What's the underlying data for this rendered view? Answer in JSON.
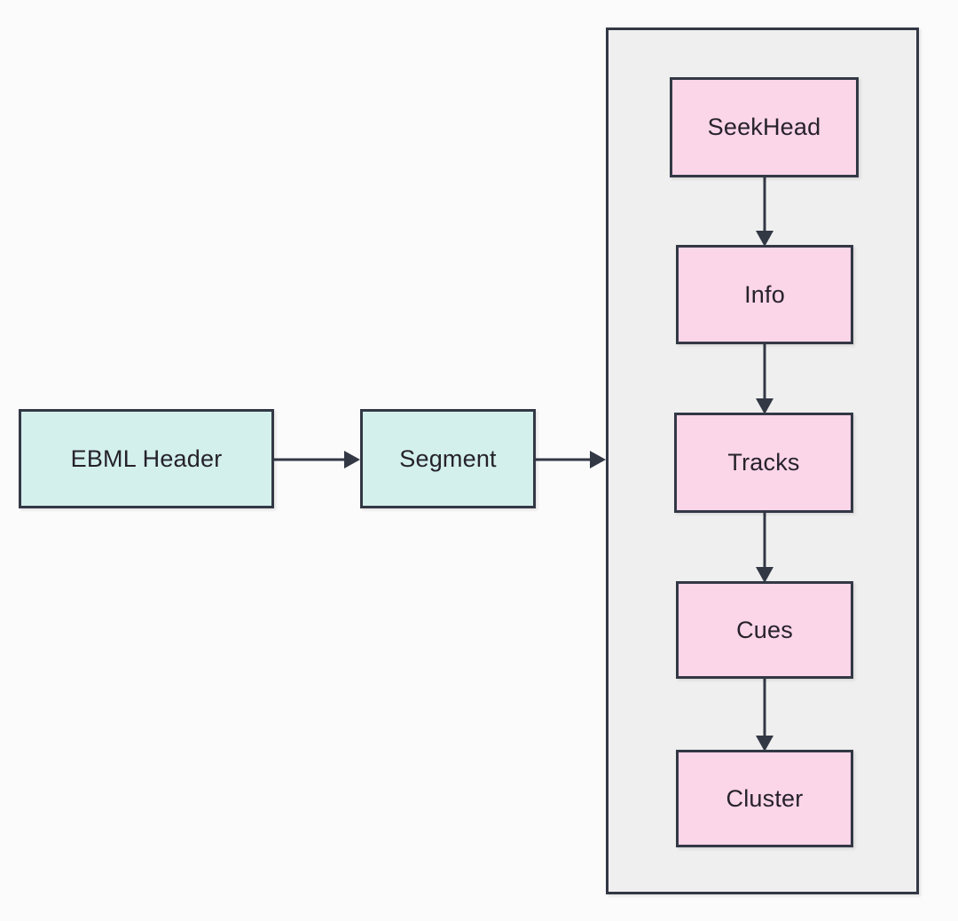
{
  "diagram": {
    "type": "flowchart",
    "orientation": "left-to-right with vertical subgroup",
    "background_color": "#fbfbfb",
    "nodes": [
      {
        "id": "ebml-header",
        "label": "EBML Header",
        "shape": "rectangle",
        "fill": "#d3f0ec",
        "stroke": "#333845"
      },
      {
        "id": "segment",
        "label": "Segment",
        "shape": "rectangle",
        "fill": "#d3f0ec",
        "stroke": "#333845"
      },
      {
        "id": "seekhead",
        "label": "SeekHead",
        "shape": "rectangle",
        "fill": "#fbd5e8",
        "stroke": "#333845"
      },
      {
        "id": "info",
        "label": "Info",
        "shape": "rectangle",
        "fill": "#fbd5e8",
        "stroke": "#333845"
      },
      {
        "id": "tracks",
        "label": "Tracks",
        "shape": "rectangle",
        "fill": "#fbd5e8",
        "stroke": "#333845"
      },
      {
        "id": "cues",
        "label": "Cues",
        "shape": "rectangle",
        "fill": "#fbd5e8",
        "stroke": "#333845"
      },
      {
        "id": "cluster",
        "label": "Cluster",
        "shape": "rectangle",
        "fill": "#fbd5e8",
        "stroke": "#333845"
      }
    ],
    "group": {
      "id": "segment-children",
      "label": "",
      "fill": "#efefef",
      "stroke": "#333845",
      "contains": [
        "seekhead",
        "info",
        "tracks",
        "cues",
        "cluster"
      ]
    },
    "edges": [
      {
        "from": "ebml-header",
        "to": "segment",
        "label": "",
        "arrow": "single"
      },
      {
        "from": "segment",
        "to": "segment-children",
        "label": "",
        "arrow": "single"
      },
      {
        "from": "seekhead",
        "to": "info",
        "label": "",
        "arrow": "single"
      },
      {
        "from": "info",
        "to": "tracks",
        "label": "",
        "arrow": "single"
      },
      {
        "from": "tracks",
        "to": "cues",
        "label": "",
        "arrow": "single"
      },
      {
        "from": "cues",
        "to": "cluster",
        "label": "",
        "arrow": "single"
      }
    ],
    "colors": {
      "teal_fill": "#d3f0ec",
      "pink_fill": "#fbd5e8",
      "group_fill": "#efefef",
      "stroke": "#333845",
      "text": "#26222c",
      "page_background": "#fbfbfb"
    }
  }
}
